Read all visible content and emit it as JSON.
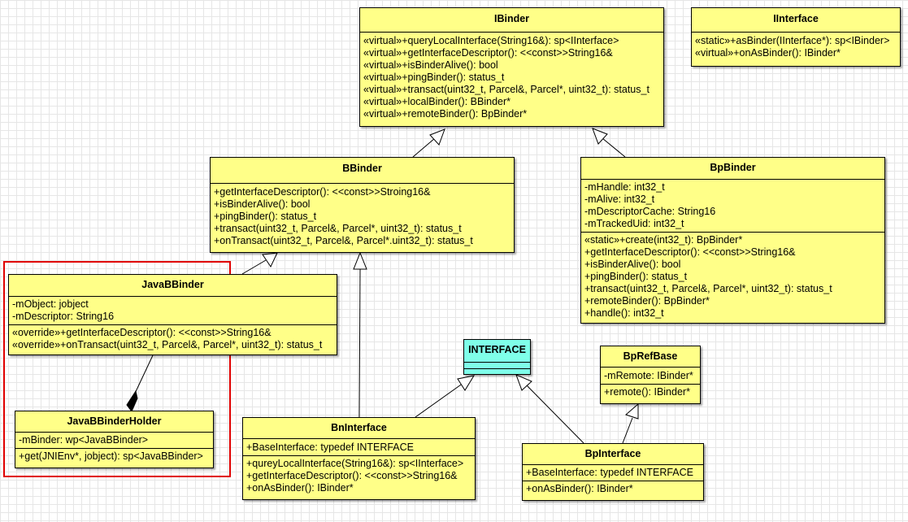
{
  "classes": {
    "ibinder": {
      "name": "IBinder",
      "methods": [
        "«virtual»+queryLocalInterface(String16&): sp<IInterface>",
        "«virtual»+getInterfaceDescriptor(): <<const>>String16&",
        "«virtual»+isBinderAlive(): bool",
        "«virtual»+pingBinder(): status_t",
        "«virtual»+transact(uint32_t, Parcel&, Parcel*, uint32_t): status_t",
        "«virtual»+localBinder(): BBinder*",
        "«virtual»+remoteBinder(): BpBinder*"
      ]
    },
    "iinterface": {
      "name": "IInterface",
      "methods": [
        "«static»+asBinder(IInterface*): sp<IBinder>",
        "«virtual»+onAsBinder(): IBinder*"
      ]
    },
    "bbinder": {
      "name": "BBinder",
      "methods": [
        "+getInterfaceDescriptor(): <<const>>Stroing16&",
        "+isBinderAlive(): bool",
        "+pingBinder(): status_t",
        "+transact(uint32_t, Parcel&, Parcel*, uint32_t): status_t",
        "+onTransact(uint32_t, Parcel&, Parcel*.uint32_t): status_t"
      ]
    },
    "bpbinder": {
      "name": "BpBinder",
      "attributes": [
        "-mHandle: int32_t",
        "-mAlive: int32_t",
        "-mDescriptorCache: String16",
        "-mTrackedUid: int32_t"
      ],
      "methods": [
        "«static»+create(int32_t): BpBinder*",
        "+getInterfaceDescriptor(): <<const>>String16&",
        "+isBinderAlive(): bool",
        "+pingBinder(): status_t",
        "+transact(uint32_t, Parcel&, Parcel*, uint32_t): status_t",
        "+remoteBinder(): BpBinder*",
        "+handle(): int32_t"
      ]
    },
    "javabbinder": {
      "name": "JavaBBinder",
      "attributes": [
        "-mObject: jobject",
        "-mDescriptor: String16"
      ],
      "methods": [
        "«override»+getInterfaceDescriptor(): <<const>>String16&",
        "«override»+onTransact(uint32_t, Parcel&, Parcel*, uint32_t): status_t"
      ]
    },
    "javabbinderholder": {
      "name": "JavaBBinderHolder",
      "attributes": [
        "-mBinder: wp<JavaBBinder>"
      ],
      "methods": [
        "+get(JNIEnv*, jobject): sp<JavaBBinder>"
      ]
    },
    "interface": {
      "name": "INTERFACE"
    },
    "bprefbase": {
      "name": "BpRefBase",
      "attributes": [
        "-mRemote: IBinder*"
      ],
      "methods": [
        "+remote(): IBinder*"
      ]
    },
    "bninterface": {
      "name": "BnInterface",
      "attributes": [
        "+BaseInterface: typedef INTERFACE"
      ],
      "methods": [
        "+qureyLocalInterface(String16&): sp<IInterface>",
        "+getInterfaceDescriptor(): <<const>>String16&",
        "+onAsBinder(): IBinder*"
      ]
    },
    "bpinterface": {
      "name": "BpInterface",
      "attributes": [
        "+BaseInterface: typedef INTERFACE"
      ],
      "methods": [
        "+onAsBinder(): IBinder*"
      ]
    }
  },
  "colors": {
    "class_fill": "#ffff88",
    "interface_fill": "#7fffe9",
    "highlight": "#e00000"
  }
}
